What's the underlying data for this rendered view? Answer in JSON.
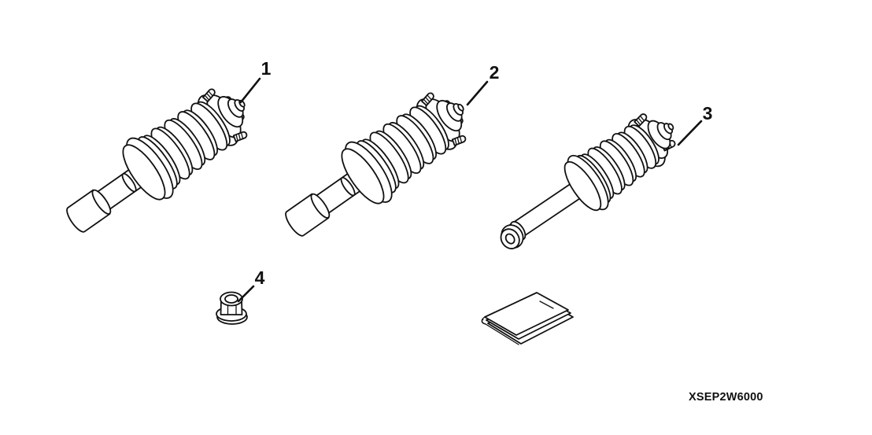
{
  "page": {
    "background_color": "#ffffff",
    "line_color": "#111111"
  },
  "diagram": {
    "part_code": "XSEP2W6000",
    "callouts": [
      {
        "label": "1",
        "icon": "coilover-shock-absorber-drawing"
      },
      {
        "label": "2",
        "icon": "coilover-shock-absorber-drawing"
      },
      {
        "label": "3",
        "icon": "rear-shock-absorber-eyelet-drawing"
      },
      {
        "label": "4",
        "icon": "flange-nut-drawing"
      }
    ],
    "unlabeled_parts": [
      {
        "icon": "instruction-sheet-drawing"
      }
    ]
  }
}
